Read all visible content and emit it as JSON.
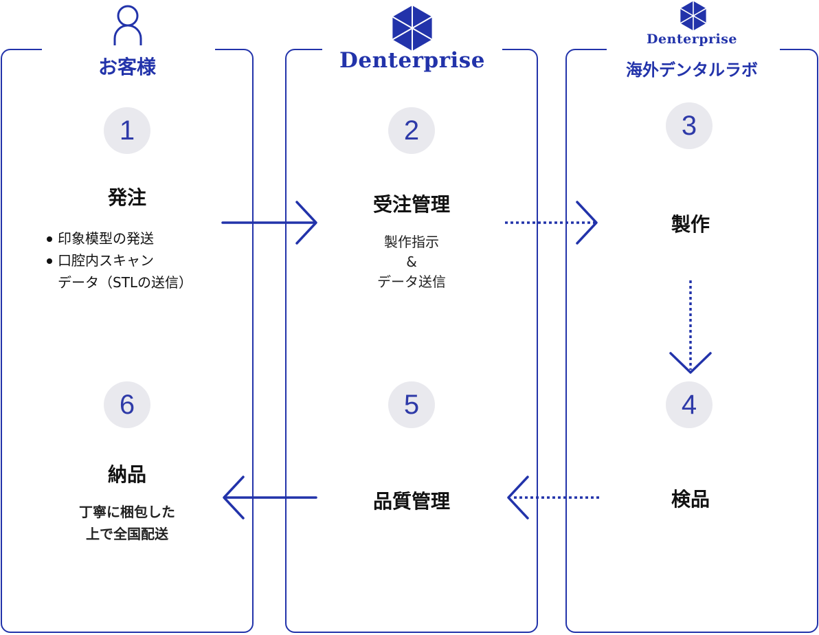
{
  "columns": [
    {
      "title": "お客様"
    },
    {
      "title": "Denterprise"
    },
    {
      "brand": "Denterprise",
      "title": "海外デンタルラボ"
    }
  ],
  "steps": [
    {
      "number": "1",
      "title": "発注",
      "bullets": [
        "印象模型の発送",
        "口腔内スキャン"
      ],
      "continuation": "データ（STLの送信）"
    },
    {
      "number": "2",
      "title": "受注管理",
      "desc": [
        "製作指示",
        "&",
        "データ送信"
      ]
    },
    {
      "number": "3",
      "title": "製作"
    },
    {
      "number": "4",
      "title": "検品"
    },
    {
      "number": "5",
      "title": "品質管理"
    },
    {
      "number": "6",
      "title": "納品",
      "desc": [
        "丁寧に梱包した",
        "上で全国配送"
      ]
    }
  ],
  "colors": {
    "accent": "#2233aa",
    "circle_bg": "#e9e9ee",
    "number": "#2e3aa8"
  },
  "icons": [
    "person-icon",
    "denterprise-logo-icon"
  ]
}
